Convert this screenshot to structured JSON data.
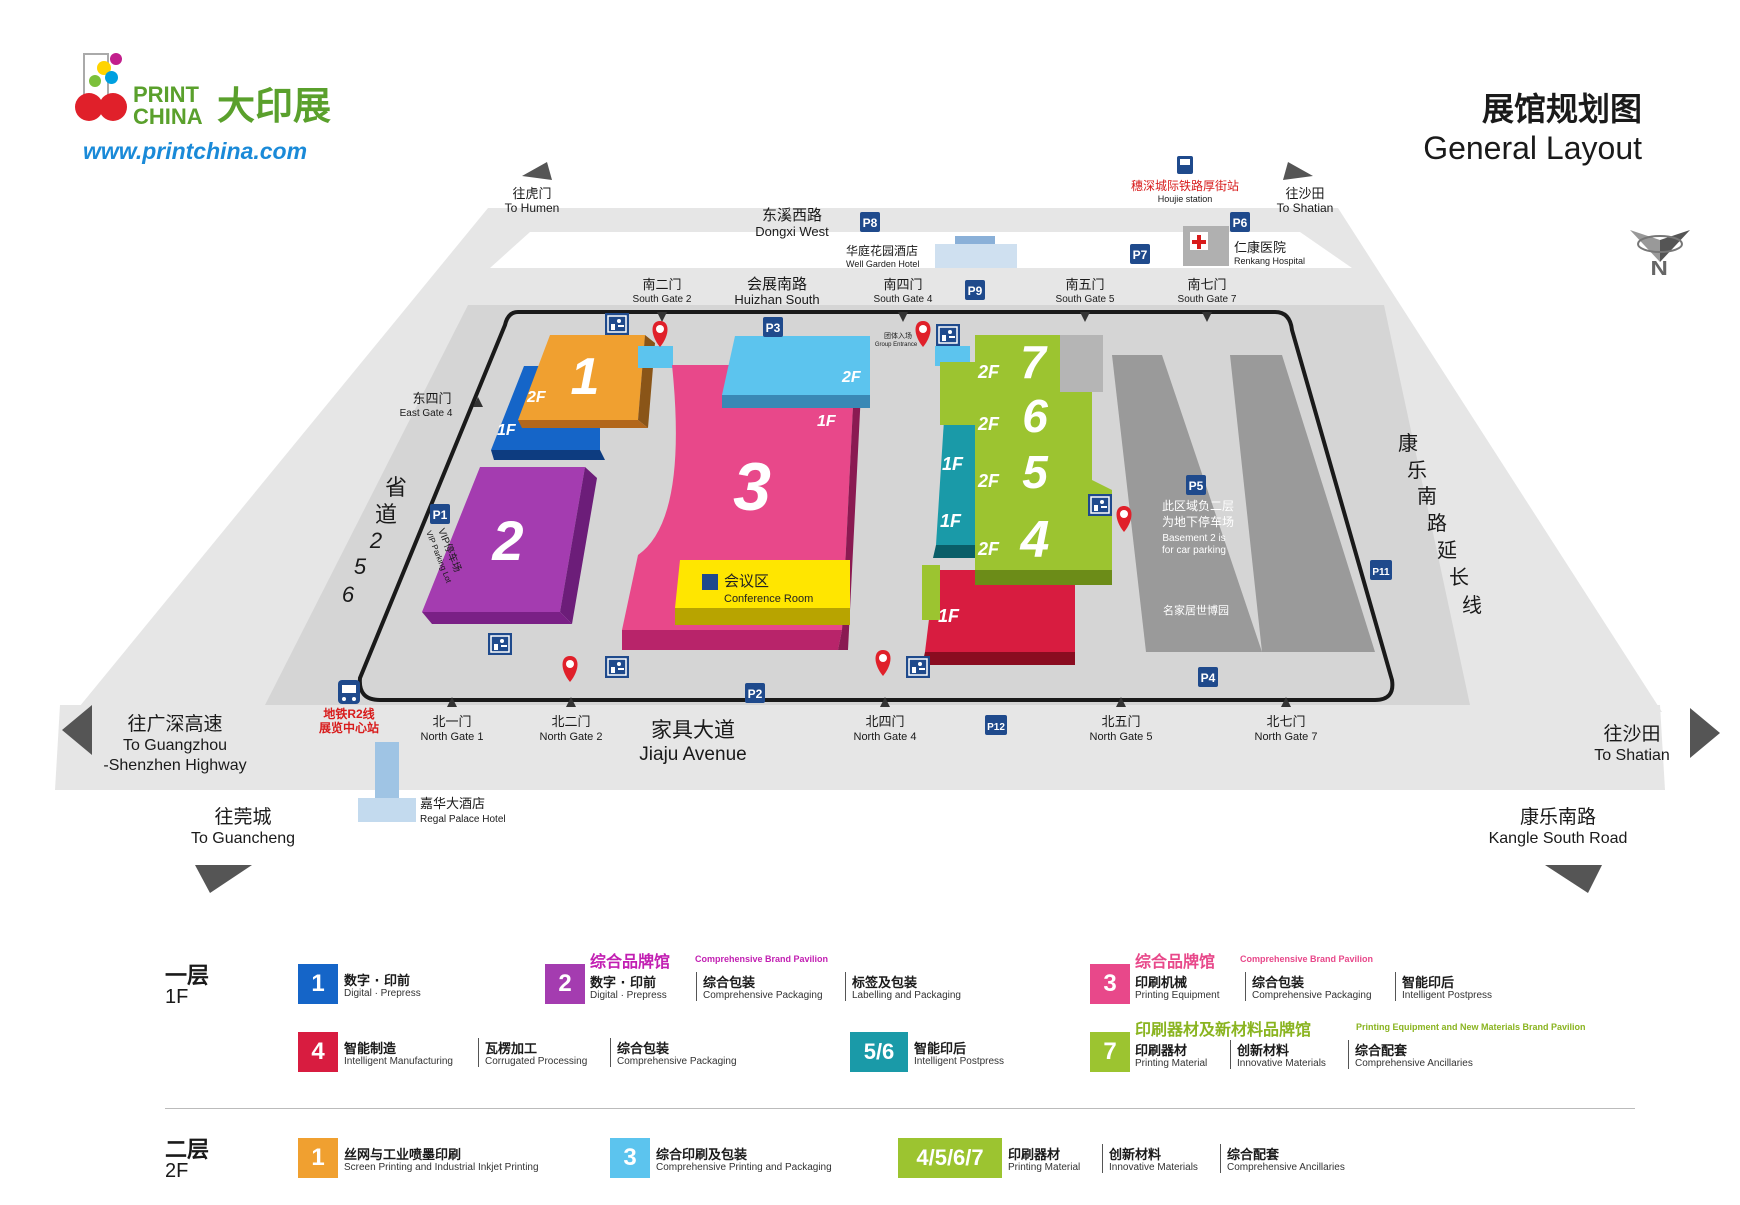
{
  "colors": {
    "hall1": "#f0a030",
    "hall1_1f": "#1565c8",
    "hall2": "#a43cb0",
    "hall3": "#e8488a",
    "hall3_2f": "#5cc4ee",
    "hall4": "#d81c40",
    "hall56": "#1a9aa8",
    "hall7": "#9cc430",
    "conference": "#ffe600",
    "road": "#e2e2e2",
    "venue": "#d8d8d8",
    "red_text": "#d81c1c",
    "brand_green": "#5aa02c",
    "brand_blue": "#1a8ad8",
    "parking_blue": "#1f4a8c"
  },
  "logo": {
    "print": "PRINT",
    "china": "CHINA",
    "cn": "大印展",
    "url": "www.printchina.com"
  },
  "title": {
    "cn": "展馆规划图",
    "en": "General Layout"
  },
  "compass": {
    "letter": "N"
  },
  "roads": {
    "dongxi": {
      "cn": "东溪西路",
      "en": "Dongxi West"
    },
    "huizhan": {
      "cn": "会展南路",
      "en": "Huizhan South"
    },
    "jiaju": {
      "cn": "家具大道",
      "en": "Jiaju Avenue"
    },
    "shengdao": {
      "cn1": "省",
      "cn2": "道",
      "n1": "2",
      "n2": "5",
      "n3": "6"
    },
    "kangle_ext": {
      "c1": "康",
      "c2": "乐",
      "c3": "南",
      "c4": "路",
      "c5": "延",
      "c6": "长",
      "c7": "线"
    }
  },
  "directions": {
    "humen": {
      "cn": "往虎门",
      "en": "To Humen"
    },
    "shatian_top": {
      "cn": "往沙田",
      "en": "To Shatian"
    },
    "guangzhou": {
      "cn": "往广深高速",
      "en1": "To Guangzhou",
      "en2": "-Shenzhen Highway"
    },
    "guancheng": {
      "cn": "往莞城",
      "en": "To Guancheng"
    },
    "shatian_right": {
      "cn": "往沙田",
      "en": "To Shatian"
    },
    "kangle": {
      "cn": "康乐南路",
      "en": "Kangle South Road"
    }
  },
  "places": {
    "well_garden": {
      "cn": "华庭花园酒店",
      "en": "Well Garden Hotel"
    },
    "houjie": {
      "cn": "穗深城际铁路厚街站",
      "en": "Houjie station"
    },
    "renkang": {
      "cn": "仁康医院",
      "en": "Renkang Hospital"
    },
    "metro": {
      "cn1": "地铁R2线",
      "cn2": "展览中心站"
    },
    "regal": {
      "cn": "嘉华大酒店",
      "en": "Regal Palace Hotel"
    },
    "basement": {
      "cn1": "此区域负二层",
      "cn2": "为地下停车场",
      "en1": "Basement 2 is",
      "en2": "for car parking"
    },
    "expo_park": "名家居世博园",
    "vip": {
      "cn": "VIP停车场",
      "en": "VIP Parking Lot"
    },
    "group": {
      "cn": "团体入场",
      "en": "Group Entrance"
    }
  },
  "gates": {
    "south2": {
      "cn": "南二门",
      "en": "South Gate 2"
    },
    "south4": {
      "cn": "南四门",
      "en": "South Gate 4"
    },
    "south5": {
      "cn": "南五门",
      "en": "South Gate 5"
    },
    "south7": {
      "cn": "南七门",
      "en": "South Gate 7"
    },
    "east4": {
      "cn": "东四门",
      "en": "East Gate 4"
    },
    "north1": {
      "cn": "北一门",
      "en": "North Gate 1"
    },
    "north2": {
      "cn": "北二门",
      "en": "North Gate 2"
    },
    "north4": {
      "cn": "北四门",
      "en": "North Gate 4"
    },
    "north5": {
      "cn": "北五门",
      "en": "North Gate 5"
    },
    "north7": {
      "cn": "北七门",
      "en": "North Gate 7"
    }
  },
  "parking": {
    "p1": "P1",
    "p2": "P2",
    "p3": "P3",
    "p4": "P4",
    "p5": "P5",
    "p6": "P6",
    "p7": "P7",
    "p8": "P8",
    "p9": "P9",
    "p11": "P11",
    "p12": "P12"
  },
  "halls": {
    "h1": "1",
    "h2": "2",
    "h3": "3",
    "h4": "4",
    "h5": "5",
    "h6": "6",
    "h7": "7",
    "f1": "1F",
    "f2": "2F",
    "conference": {
      "cn": "会议区",
      "en": "Conference Room"
    }
  },
  "legend": {
    "floor1": {
      "cn": "一层",
      "en": "1F"
    },
    "floor2": {
      "cn": "二层",
      "en": "2F"
    },
    "l1_1": {
      "num": "1",
      "items": [
        {
          "cn": "数字 · 印前",
          "en": "Digital · Prepress"
        }
      ]
    },
    "l1_2": {
      "num": "2",
      "title_cn": "综合品牌馆",
      "title_en": "Comprehensive Brand Pavilion",
      "items": [
        {
          "cn": "数字 · 印前",
          "en": "Digital · Prepress"
        },
        {
          "cn": "综合包装",
          "en": "Comprehensive Packaging"
        },
        {
          "cn": "标签及包装",
          "en": "Labelling and Packaging"
        }
      ]
    },
    "l1_3": {
      "num": "3",
      "title_cn": "综合品牌馆",
      "title_en": "Comprehensive Brand Pavilion",
      "items": [
        {
          "cn": "印刷机械",
          "en": "Printing Equipment"
        },
        {
          "cn": "综合包装",
          "en": "Comprehensive Packaging"
        },
        {
          "cn": "智能印后",
          "en": "Intelligent Postpress"
        }
      ]
    },
    "l1_4": {
      "num": "4",
      "items": [
        {
          "cn": "智能制造",
          "en": "Intelligent Manufacturing"
        },
        {
          "cn": "瓦楞加工",
          "en": "Corrugated Processing"
        },
        {
          "cn": "综合包装",
          "en": "Comprehensive Packaging"
        }
      ]
    },
    "l1_56": {
      "num": "5/6",
      "items": [
        {
          "cn": "智能印后",
          "en": "Intelligent Postpress"
        }
      ]
    },
    "l1_7": {
      "num": "7",
      "title_cn": "印刷器材及新材料品牌馆",
      "title_en": "Printing Equipment and New Materials Brand Pavilion",
      "items": [
        {
          "cn": "印刷器材",
          "en": "Printing Material"
        },
        {
          "cn": "创新材料",
          "en": "Innovative Materials"
        },
        {
          "cn": "综合配套",
          "en": "Comprehensive Ancillaries"
        }
      ]
    },
    "l2_1": {
      "num": "1",
      "items": [
        {
          "cn": "丝网与工业喷墨印刷",
          "en": "Screen Printing and Industrial Inkjet Printing"
        }
      ]
    },
    "l2_3": {
      "num": "3",
      "items": [
        {
          "cn": "综合印刷及包装",
          "en": "Comprehensive Printing and Packaging"
        }
      ]
    },
    "l2_4567": {
      "num": "4/5/6/7",
      "items": [
        {
          "cn": "印刷器材",
          "en": "Printing Material"
        },
        {
          "cn": "创新材料",
          "en": "Innovative Materials"
        },
        {
          "cn": "综合配套",
          "en": "Comprehensive Ancillaries"
        }
      ]
    }
  }
}
